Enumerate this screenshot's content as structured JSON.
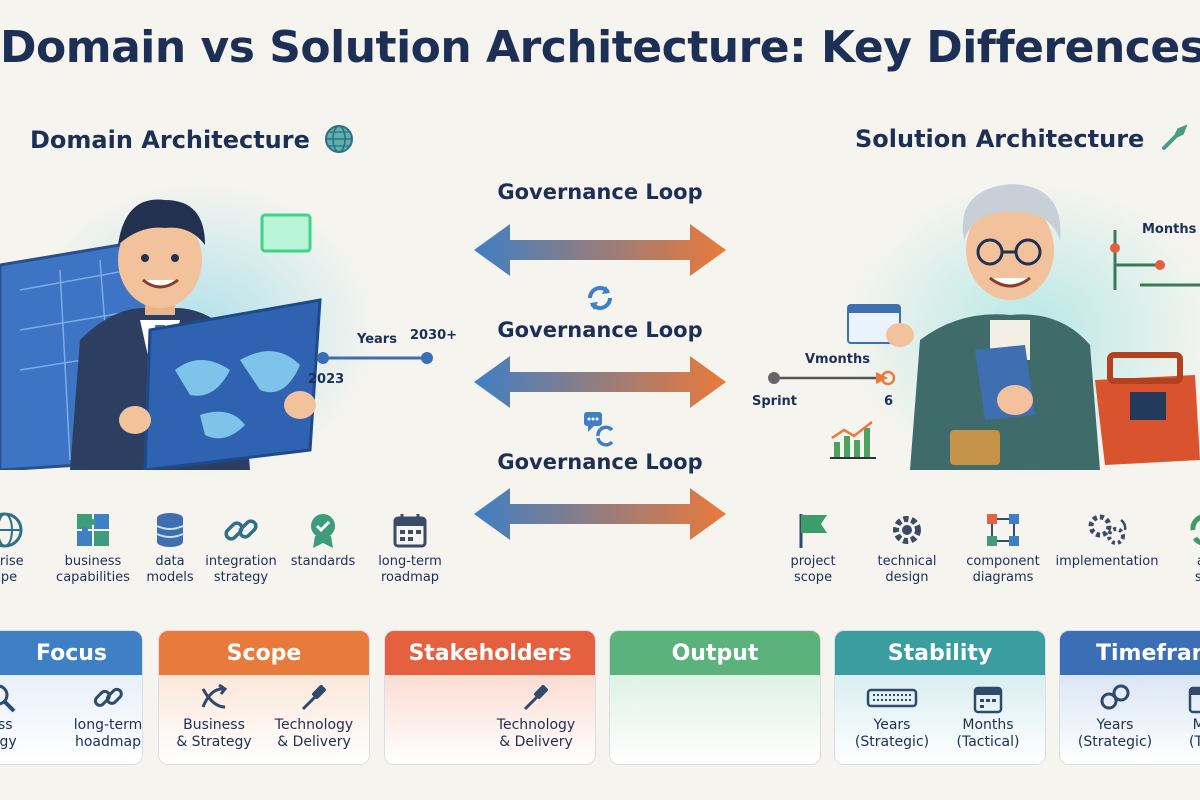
{
  "title": "Domain vs Solution Architecture: Key Differences",
  "left": {
    "heading": "Domain Architecture",
    "heading_icon": "globe-icon",
    "timeline": {
      "start": "2023",
      "mid": "Years",
      "end": "2030+"
    },
    "items": [
      {
        "label": "rprise\nope",
        "icon": "globe-icon"
      },
      {
        "label": "business\ncapabilities",
        "icon": "puzzle-icon"
      },
      {
        "label": "data\nmodels",
        "icon": "database-icon"
      },
      {
        "label": "integration\nstrategy",
        "icon": "link-icon"
      },
      {
        "label": "standards",
        "icon": "badge-icon"
      },
      {
        "label": "long-term\nroadmap",
        "icon": "calendar-icon"
      }
    ]
  },
  "right": {
    "heading": "Solution Architecture",
    "heading_icon": "wrench-icon",
    "timeline": {
      "start": "Sprint",
      "mid": "Vmonths",
      "end": "6"
    },
    "months_label": "Months",
    "items": [
      {
        "label": "project\nscope",
        "icon": "flag-icon"
      },
      {
        "label": "technical\ndesign",
        "icon": "gear-icon"
      },
      {
        "label": "component\ndiagrams",
        "icon": "diagram-icon"
      },
      {
        "label": "implementation",
        "icon": "gears-icon"
      },
      {
        "label": "ag\nspr",
        "icon": "cycle-icon"
      }
    ]
  },
  "loops": [
    "Governance Loop",
    "Governance Loop",
    "Governance Loop"
  ],
  "cards": [
    {
      "title": "Focus",
      "color": "#3f7fc4",
      "cells": [
        {
          "label": "ess\ntegy",
          "icon": "search-icon"
        },
        {
          "label": "long-term\nhoadmap",
          "icon": "link-icon"
        }
      ]
    },
    {
      "title": "Scope",
      "color": "#e87a3c",
      "cells": [
        {
          "label": "Business\n& Strategy",
          "icon": "arrows-icon"
        },
        {
          "label": "Technology\n& Delivery",
          "icon": "screwdriver-icon"
        }
      ]
    },
    {
      "title": "Stakeholders",
      "color": "#e4603f",
      "cells": [
        {
          "label": "Technology\n& Delivery",
          "icon": "screwdriver-icon"
        }
      ]
    },
    {
      "title": "Output",
      "color": "#5bb37b",
      "cells": []
    },
    {
      "title": "Stability",
      "color": "#3a9ea0",
      "cells": [
        {
          "label": "Years\n(Strategic)",
          "icon": "keyboard-icon"
        },
        {
          "label": "Months\n(Tactical)",
          "icon": "calendar-icon"
        }
      ]
    },
    {
      "title": "Timefran",
      "color": "#3a6fb5",
      "cells": [
        {
          "label": "Years\n(Strategic)",
          "icon": "link-icon"
        },
        {
          "label": "Mo\n(Tac",
          "icon": "calendar-icon"
        }
      ]
    }
  ]
}
